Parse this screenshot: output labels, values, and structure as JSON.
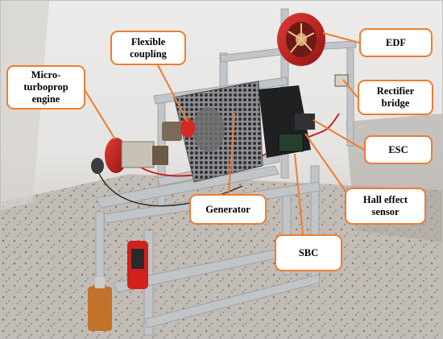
{
  "labels": {
    "micro_turboprop_engine": "Micro-\nturboprop\nengine",
    "flexible_coupling": "Flexible\ncoupling",
    "edf": "EDF",
    "rectifier_bridge": "Rectifier\nbridge",
    "esc": "ESC",
    "hall_effect_sensor": "Hall effect\nsensor",
    "generator": "Generator",
    "sbc": "SBC"
  },
  "colors": {
    "callout_border": "#ed7d31",
    "leader_line": "#ed7d31",
    "frame": "#b9bcbf"
  }
}
